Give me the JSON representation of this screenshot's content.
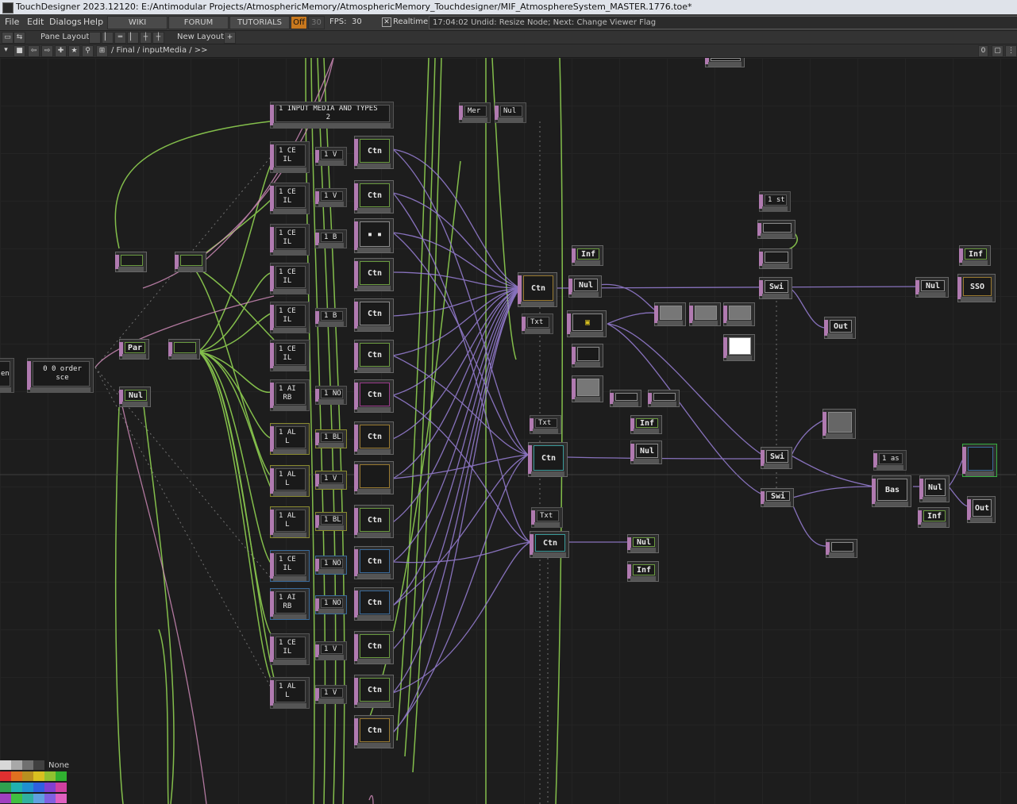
{
  "window": {
    "title": "TouchDesigner 2023.12120: E:/Antimodular Projects/AtmosphericMemory/AtmosphericMemory_Touchdesigner/MIF_AtmosphereSystem_MASTER.1776.toe*"
  },
  "menu": {
    "file": "File",
    "edit": "Edit",
    "dialogs": "Dialogs",
    "help": "Help",
    "wiki": "WIKI",
    "forum": "FORUM",
    "tutorials": "TUTORIALS",
    "op_off": "Off",
    "fps_box": "30",
    "fps_label": "FPS:",
    "fps_value": "30",
    "realtime_check": "✕",
    "realtime_label": "Realtime",
    "status": "17:04:02 Undid: Resize Node; Next: Change Viewer Flag"
  },
  "panebar": {
    "pane_layout": "Pane Layout",
    "new_layout": "New Layout",
    "plus": "+"
  },
  "pathbar": {
    "path": "/ Final / inputMedia / >>",
    "counter": "0"
  },
  "nodes": {
    "input_media_title": "1 INPUT MEDIA AND TYPES\n2",
    "mer": "Mer",
    "nul": "Nul",
    "ctn": "Ctn",
    "inf": "Inf",
    "txt": "Txt",
    "swi": "Swi",
    "out": "Out",
    "sso": "SSO",
    "bas": "Bas",
    "par": "Par",
    "ceil": "1 CE\nIL",
    "airb": "1 AI\nRB",
    "all": "1 AL\nL",
    "v1": "1 V",
    "b": "1 B",
    "nd": "1 NO",
    "bl": "1 BL",
    "order": "0\n0 order sce",
    "st": "1 st",
    "as": "1 as",
    "ene": "ene"
  },
  "palette": {
    "none_label": "None",
    "colors": [
      "#d8d8d8",
      "#a8a8a8",
      "#707070",
      "#404040",
      "#e03030",
      "#e07020",
      "#d8c020",
      "#30b030",
      "#20b0b0",
      "#3060e0",
      "#8040d0",
      "#d040a0"
    ]
  }
}
